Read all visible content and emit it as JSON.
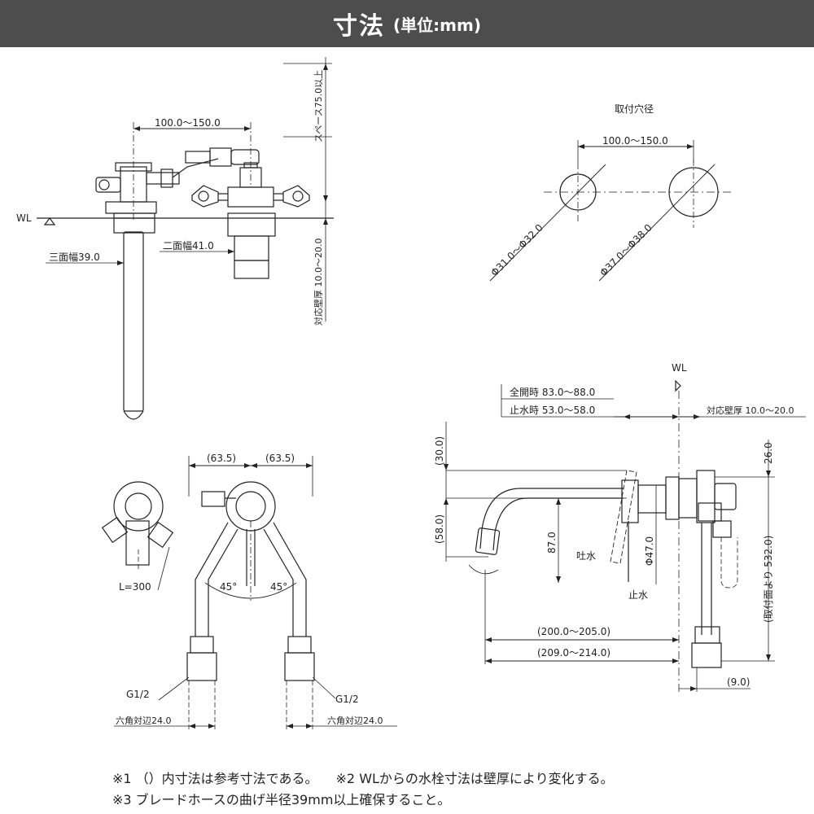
{
  "header": {
    "title": "寸法",
    "unit": "(単位:mm)"
  },
  "labels": {
    "wl_left": "WL",
    "wl_side": "WL",
    "width_top": "100.0〜150.0",
    "space": "スペース75.0以上",
    "wall_thickness_front": "対応壁厚 10.0〜20.0",
    "three_face": "三面幅39.0",
    "two_face": "二面幅41.0",
    "hole_title": "取付穴径",
    "hole_spacing": "100.0〜150.0",
    "hole_left": "Φ31.0〜Φ32.0",
    "hole_right": "Φ37.0〜Φ38.0",
    "dim_635_left": "(63.5)",
    "dim_635_right": "(63.5)",
    "angle_left": "45°",
    "angle_right": "45°",
    "hose_length": "L=300",
    "g_left": "G1/2",
    "g_right": "G1/2",
    "hex_left": "六角対辺24.0",
    "hex_right": "六角対辺24.0",
    "full_open": "全開時 83.0〜88.0",
    "stop": "止水時 53.0〜58.0",
    "wall_thickness_side": "対応壁厚 10.0〜20.0",
    "dim_30": "(30.0)",
    "dim_58": "(58.0)",
    "dim_87": "87.0",
    "dim_47": "Φ47.0",
    "spout_open": "吐水",
    "spout_stop": "止水",
    "dim_26": "26.0",
    "dim_532": "(取付面より 532.0)",
    "dim_200": "(200.0〜205.0)",
    "dim_209": "(209.0〜214.0)",
    "dim_9": "(9.0)"
  },
  "notes": {
    "note1": "※1 （）内寸法は参考寸法である。",
    "note2": "※2 WLからの水栓寸法は壁厚により変化する。",
    "note3": "※3 ブレードホースの曲げ半径39mm以上確保すること。"
  }
}
